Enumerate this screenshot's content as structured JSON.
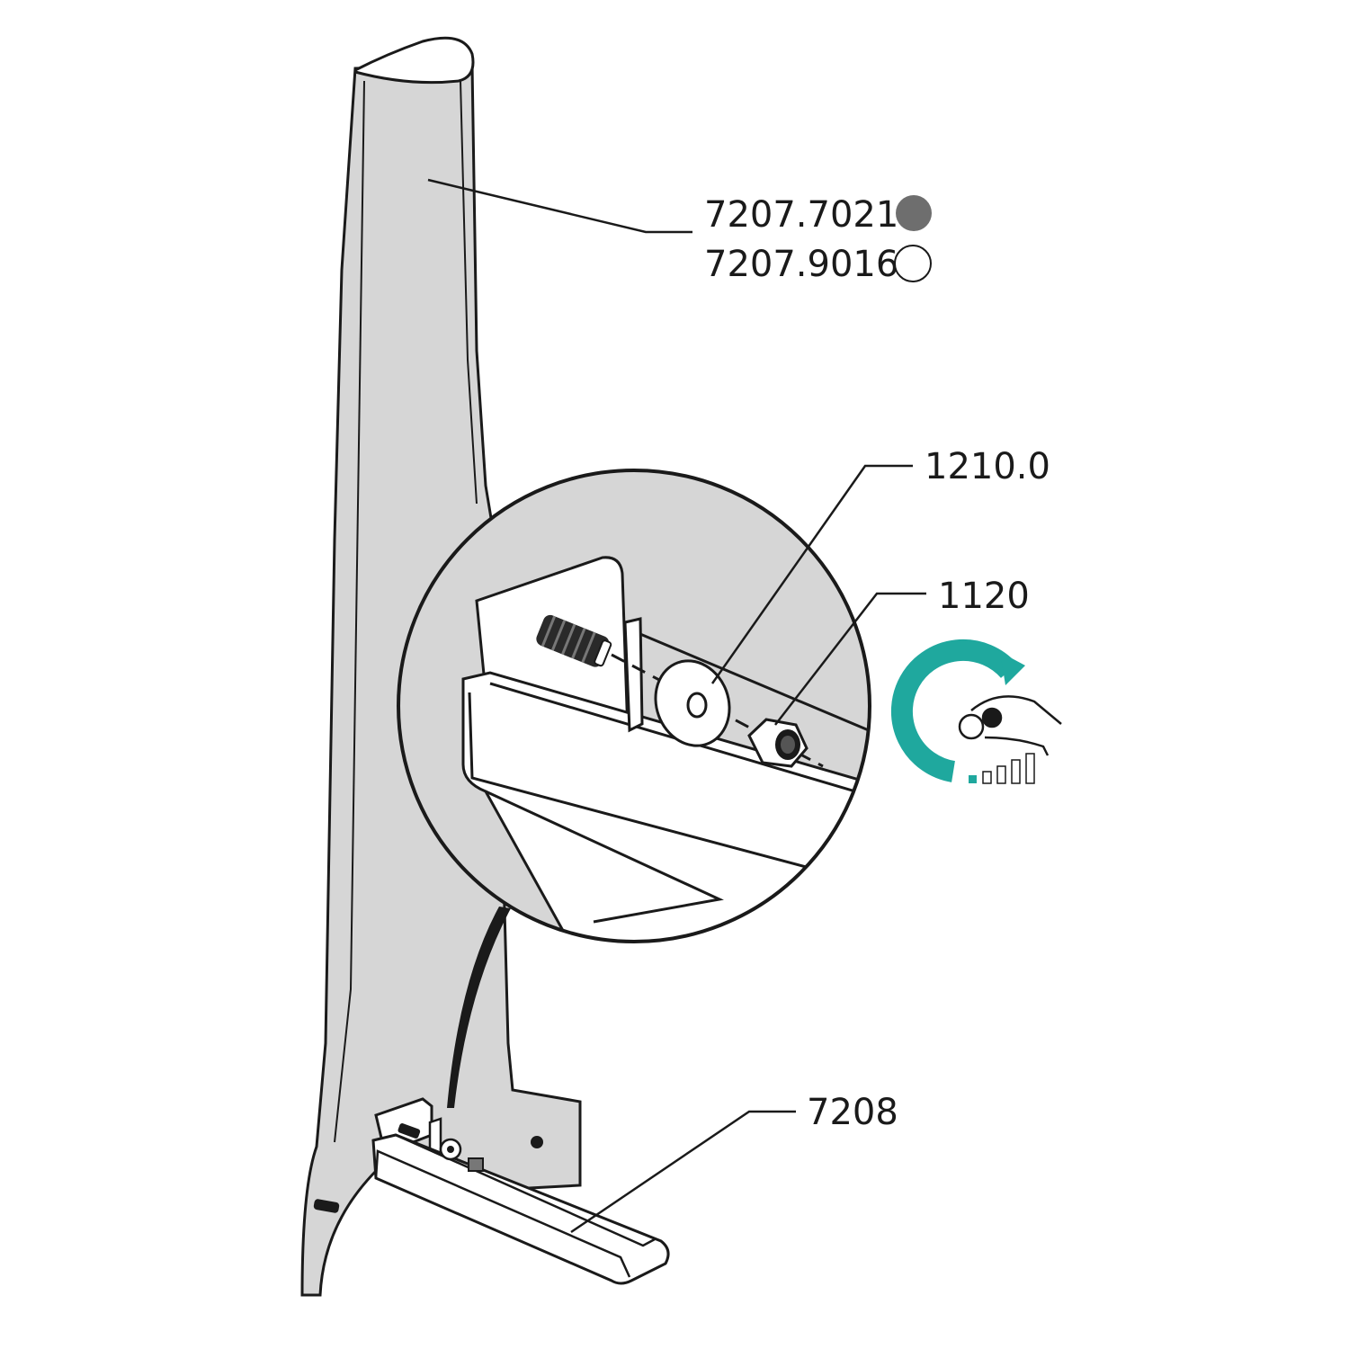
{
  "labels": {
    "panel_dark": "7207.7021",
    "panel_white": "7207.9016",
    "washer": "1210.0",
    "nut": "1120",
    "bracket": "7208"
  },
  "colors": {
    "panel_fill": "#d6d6d6",
    "line": "#1a1a1a",
    "swatch_dark": "#6e6e6e",
    "swatch_white": "#ffffff",
    "accent": "#1fa89e"
  },
  "icons": {
    "dark_swatch": "filled-circle",
    "white_swatch": "outline-circle",
    "tighten": "clockwise-arrow-hand-icon",
    "torque": "torque-bars-icon"
  }
}
